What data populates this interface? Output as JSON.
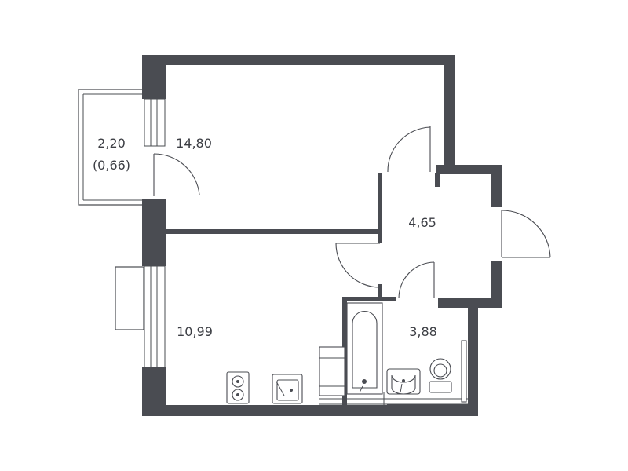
{
  "rooms": {
    "balcony": {
      "area": "2,20",
      "reduced_area": "(0,66)"
    },
    "living_room": {
      "area": "14,80"
    },
    "hallway": {
      "area": "4,65"
    },
    "kitchen": {
      "area": "10,99"
    },
    "bathroom": {
      "area": "3,88"
    }
  },
  "colors": {
    "wall": "#4a4c52",
    "background": "#ffffff",
    "text": "#3c3e44"
  }
}
